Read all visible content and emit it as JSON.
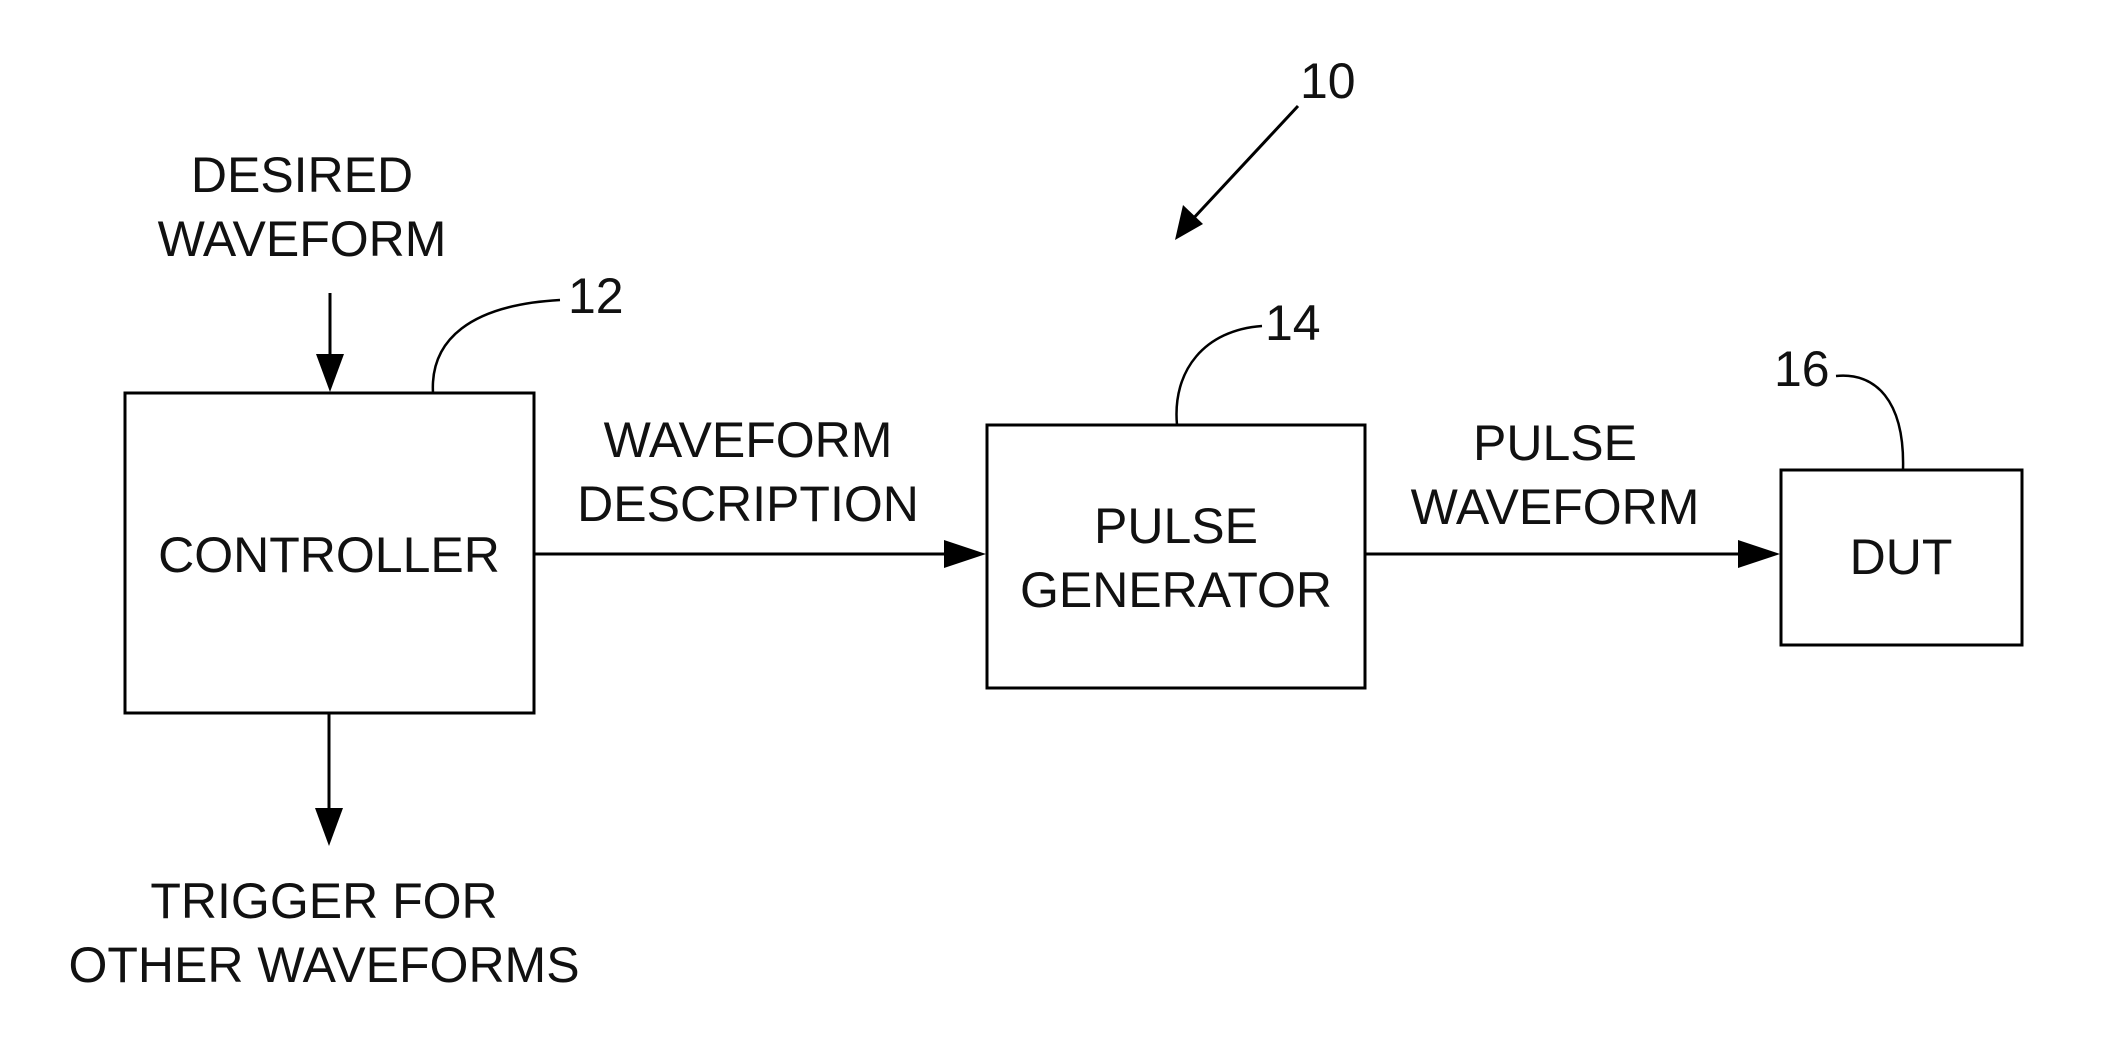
{
  "diagram": {
    "reference_numeral": "10",
    "input": {
      "line1": "DESIRED",
      "line2": "WAVEFORM"
    },
    "controller": {
      "ref": "12",
      "label": "CONTROLLER"
    },
    "link_controller_generator": {
      "line1": "WAVEFORM",
      "line2": "DESCRIPTION"
    },
    "pulse_generator": {
      "ref": "14",
      "line1": "PULSE",
      "line2": "GENERATOR"
    },
    "link_generator_dut": {
      "line1": "PULSE",
      "line2": "WAVEFORM"
    },
    "dut": {
      "ref": "16",
      "label": "DUT"
    },
    "output": {
      "line1": "TRIGGER FOR",
      "line2": "OTHER WAVEFORMS"
    }
  }
}
